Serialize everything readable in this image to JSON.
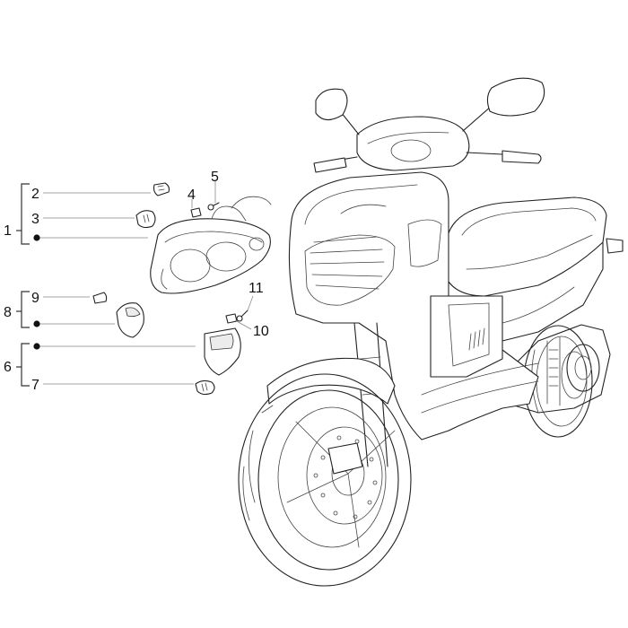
{
  "callouts": {
    "c1": "1",
    "c2": "2",
    "c3": "3",
    "c4": "4",
    "c5": "5",
    "c6": "6",
    "c7": "7",
    "c8": "8",
    "c9": "9",
    "c10": "10",
    "c11": "11"
  },
  "icons": {
    "vehicle": "scooter-illustration",
    "headlight": "headlight-assembly-icon",
    "turn_signal_front": "turn-signal-lens-icon",
    "turn_signal_side": "side-indicator-icon",
    "bulb": "bulb-icon",
    "screw": "screw-icon",
    "bullet": "bullet-dot-icon"
  },
  "colors": {
    "line": "#222222",
    "leader": "#888888",
    "background": "#ffffff"
  }
}
